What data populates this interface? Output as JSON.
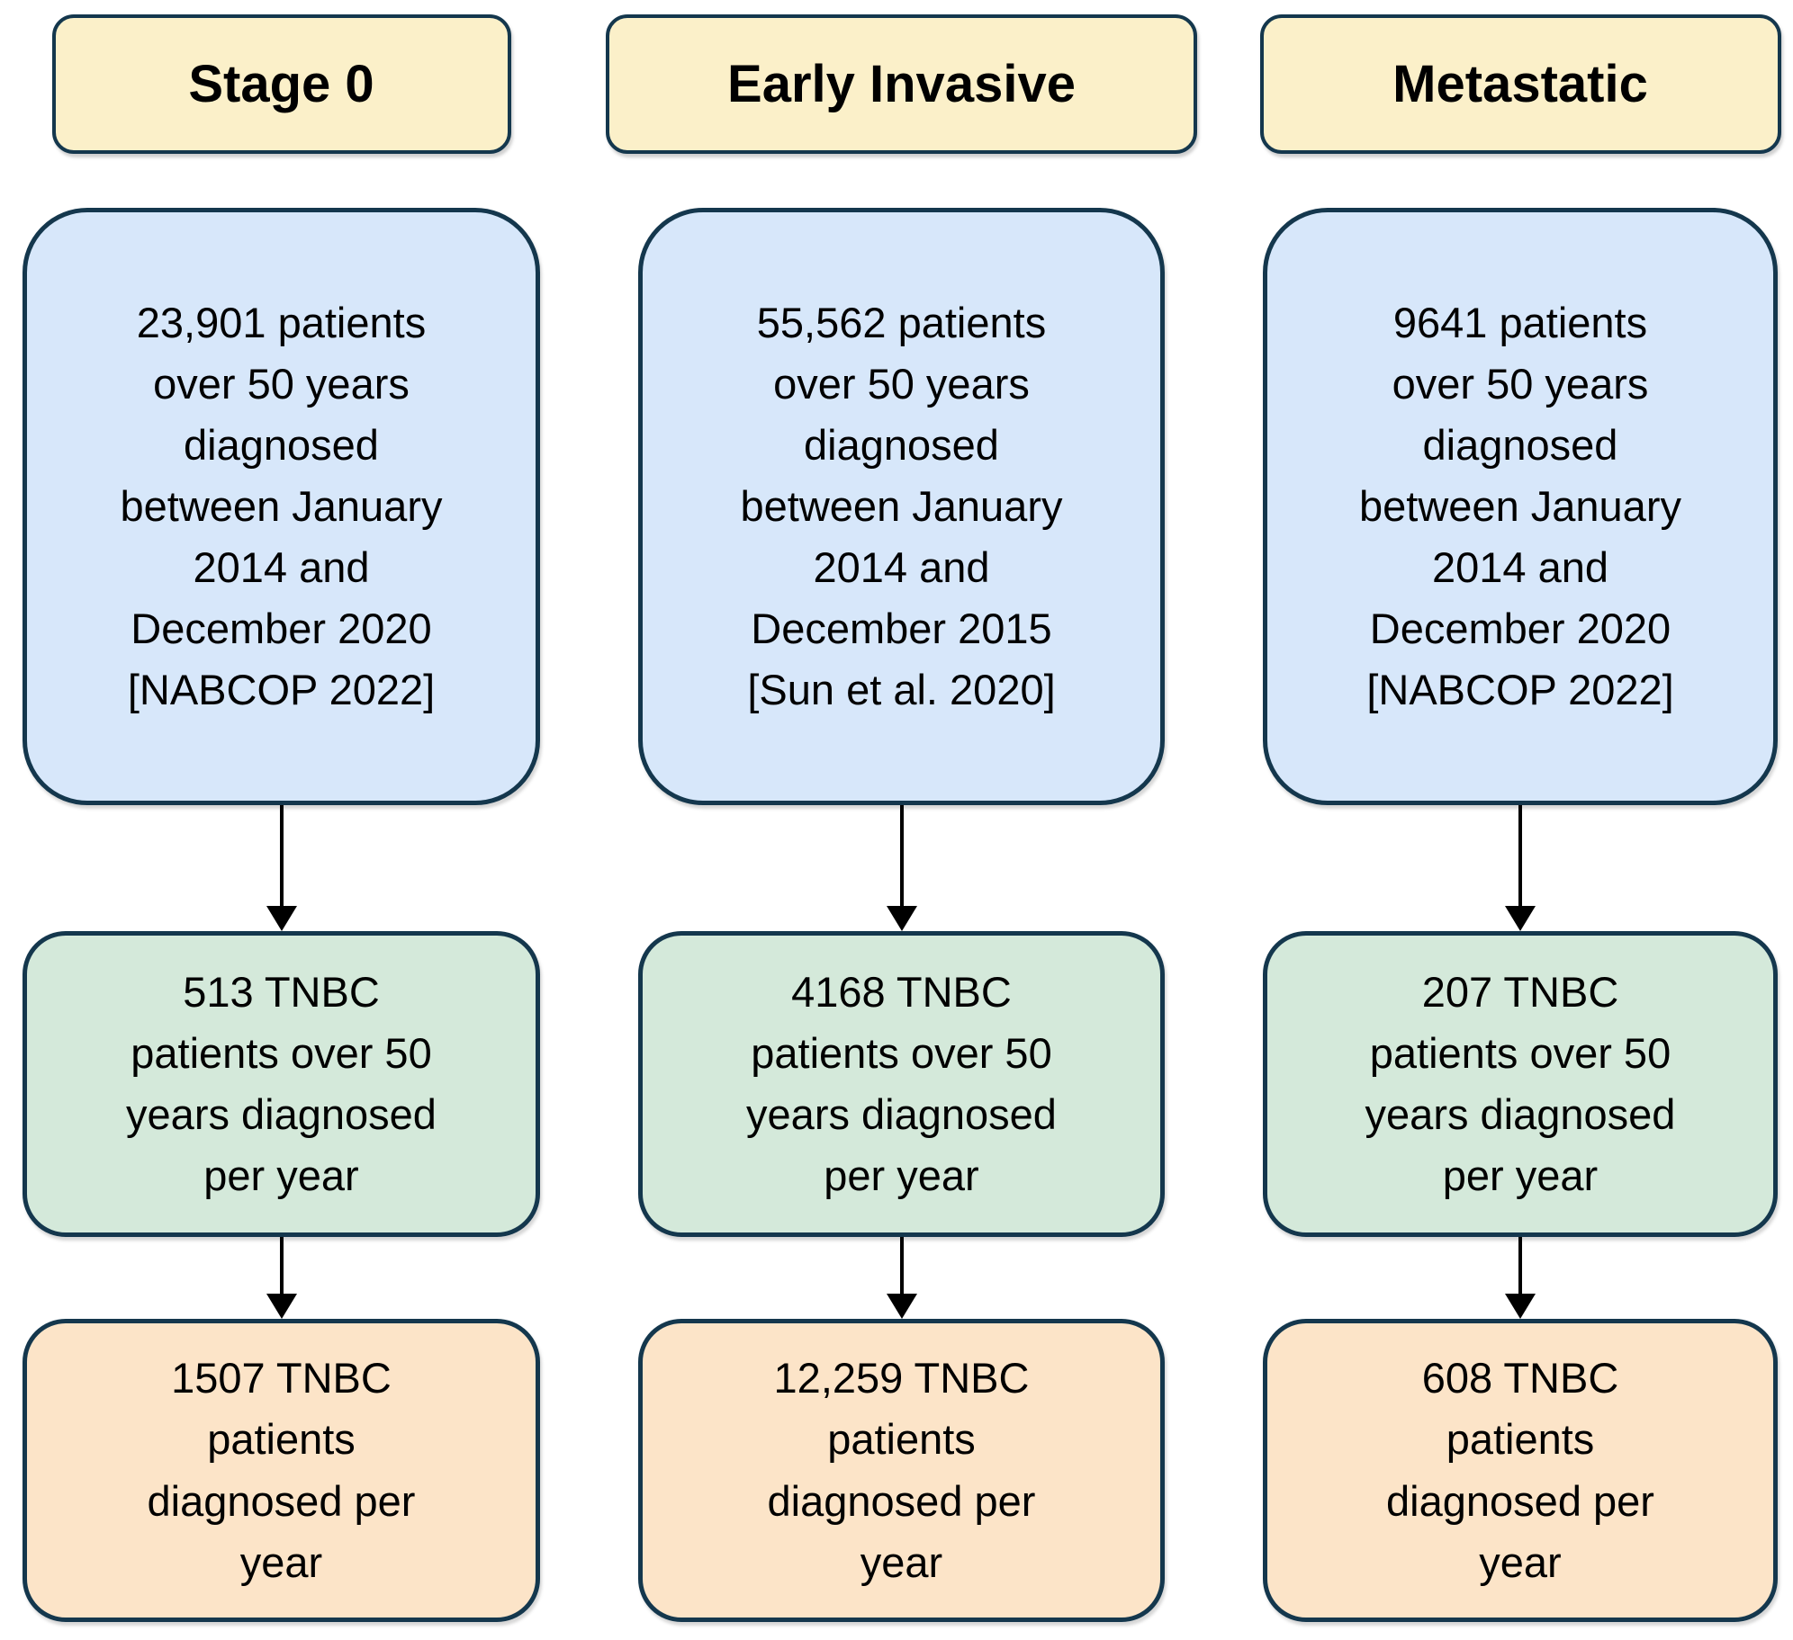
{
  "diagram": {
    "title": "TNBC patient incidence flowchart",
    "colors": {
      "header_fill": "#fbf0c9",
      "cohort_fill": "#d7e7fa",
      "tnbc_over50_fill": "#d4e9da",
      "tnbc_total_fill": "#fce4c8",
      "border": "#14374d",
      "arrow": "#000000",
      "text": "#000000"
    },
    "columns": [
      {
        "id": "stage-0",
        "header": "Stage 0",
        "boxes": {
          "cohort": {
            "lines": [
              "23,901 patients",
              "over 50 years",
              "diagnosed",
              "between January",
              "2014 and",
              "December 2020",
              "[NABCOP 2022]"
            ]
          },
          "tnbc_over50": {
            "lines": [
              "513 TNBC",
              "patients over 50",
              "years diagnosed",
              "per year"
            ]
          },
          "tnbc_total": {
            "lines": [
              "1507 TNBC",
              "patients",
              "diagnosed per",
              "year"
            ]
          }
        }
      },
      {
        "id": "early-invasive",
        "header": "Early Invasive",
        "boxes": {
          "cohort": {
            "lines": [
              "55,562 patients",
              "over 50 years",
              "diagnosed",
              "between January",
              "2014 and",
              "December 2015",
              "[Sun et al. 2020]"
            ]
          },
          "tnbc_over50": {
            "lines": [
              "4168 TNBC",
              "patients over 50",
              "years diagnosed",
              "per year"
            ]
          },
          "tnbc_total": {
            "lines": [
              "12,259 TNBC",
              "patients",
              "diagnosed per",
              "year"
            ]
          }
        }
      },
      {
        "id": "metastatic",
        "header": "Metastatic",
        "boxes": {
          "cohort": {
            "lines": [
              "9641 patients",
              "over 50 years",
              "diagnosed",
              "between January",
              "2014 and",
              "December 2020",
              "[NABCOP 2022]"
            ]
          },
          "tnbc_over50": {
            "lines": [
              "207 TNBC",
              "patients over 50",
              "years diagnosed",
              "per year"
            ]
          },
          "tnbc_total": {
            "lines": [
              "608 TNBC",
              "patients",
              "diagnosed per",
              "year"
            ]
          }
        }
      }
    ]
  }
}
